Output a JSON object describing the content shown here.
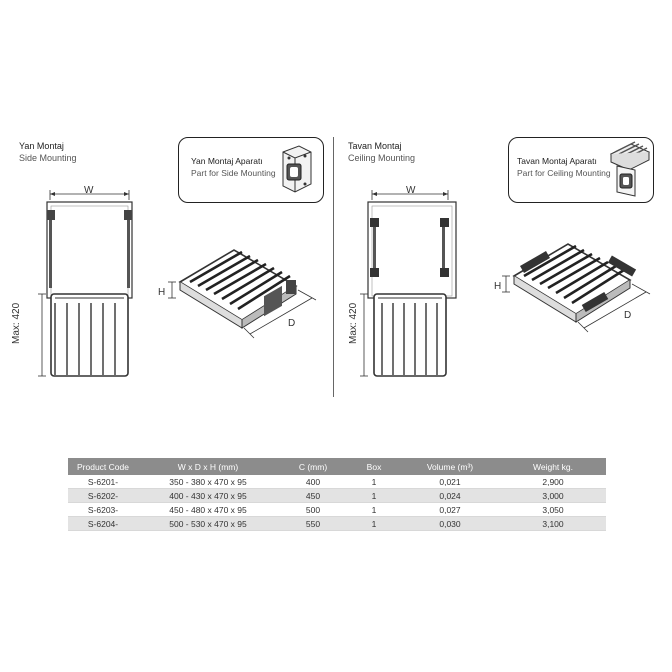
{
  "left_section": {
    "title": "Yan Montaj",
    "subtitle": "Side Mounting"
  },
  "left_callout": {
    "title": "Yan Montaj Aparatı",
    "subtitle": "Part for Side Mounting"
  },
  "right_section": {
    "title": "Tavan Montaj",
    "subtitle": "Ceiling Mounting"
  },
  "right_callout": {
    "title": "Tavan Montaj Aparatı",
    "subtitle": "Part for Ceiling Mounting"
  },
  "dimensions": {
    "width": "W",
    "height_max": "Max: 420",
    "height": "H",
    "depth": "D"
  },
  "table": {
    "headers": [
      "Product Code",
      "W x D x H (mm)",
      "C (mm)",
      "Box",
      "Volume (m³)",
      "Weight kg."
    ],
    "rows": [
      [
        "S-6201-",
        "350 - 380 x 470 x 95",
        "400",
        "1",
        "0,021",
        "2,900"
      ],
      [
        "S-6202-",
        "400 - 430 x 470 x 95",
        "450",
        "1",
        "0,024",
        "3,000"
      ],
      [
        "S-6203-",
        "450 - 480 x 470 x 95",
        "500",
        "1",
        "0,027",
        "3,050"
      ],
      [
        "S-6204-",
        "500 - 530 x 470 x 95",
        "550",
        "1",
        "0,030",
        "3,100"
      ]
    ]
  },
  "colors": {
    "header_bg": "#8c8c8c",
    "row_alt": "#e3e3e3",
    "line": "#222222"
  }
}
